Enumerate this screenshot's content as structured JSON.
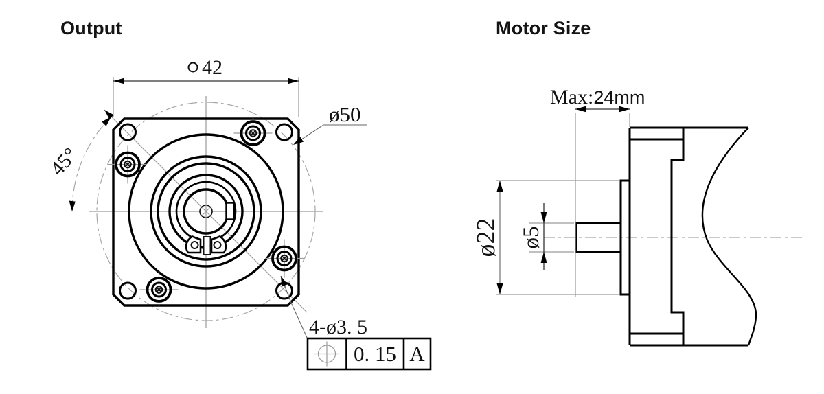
{
  "page": {
    "background": "#ffffff",
    "colors": {
      "outline": "#000000",
      "thin_line": "#9a9a9a",
      "dimension_line": "#333333",
      "text": "#111111"
    }
  },
  "output_view": {
    "title": "Output",
    "dim_width": {
      "symbol": "○",
      "value": "42"
    },
    "dim_bolt_circle": "ø50",
    "dim_angle": "45°",
    "dim_holes": "4-ø3. 5",
    "tolerance_frame": {
      "symbol": "⌖ position",
      "value": "0. 15",
      "datum": "A"
    }
  },
  "motor_view": {
    "title": "Motor Size",
    "dim_length": {
      "prefix": "Max:",
      "value": "24mm"
    },
    "dim_body_diameter": "ø22",
    "dim_shaft_diameter": "ø5"
  }
}
